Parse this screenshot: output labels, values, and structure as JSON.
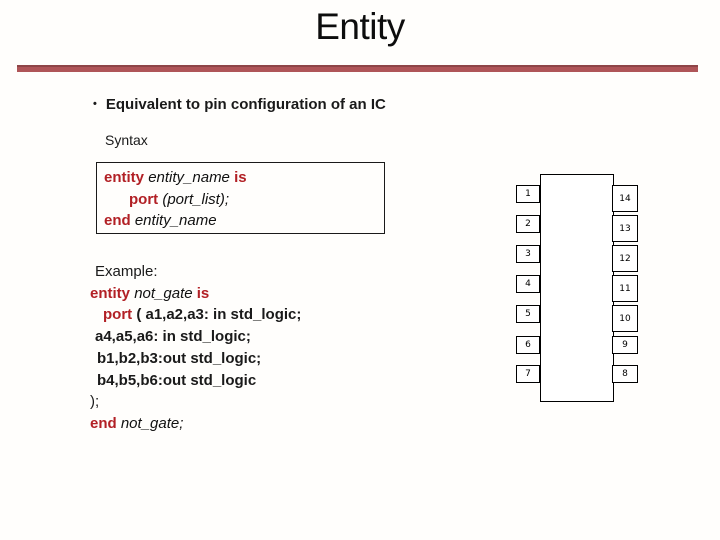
{
  "title": "Entity",
  "bullet": {
    "marker": "•",
    "text": "Equivalent to pin configuration of an IC"
  },
  "syntax_label": "Syntax",
  "syntax_box": {
    "line1": {
      "kw1": "entity ",
      "name": "entity_name",
      "kw2": " is"
    },
    "line2": {
      "kw": "port ",
      "args": "(port_list);"
    },
    "line3": {
      "kw": "end ",
      "name": "entity_name"
    }
  },
  "example": {
    "label": "Example:",
    "line1": {
      "kw1": "entity ",
      "name": "not_gate",
      "kw2": " is"
    },
    "line2": {
      "kw": "port ",
      "rest": "( a1,a2,a3: in std_logic;"
    },
    "line3": "a4,a5,a6: in std_logic;",
    "line4": "b1,b2,b3:out std_logic;",
    "line5": "b4,b5,b6:out std_logic",
    "line6": ");",
    "line7": {
      "kw": "end ",
      "name": "not_gate;"
    }
  },
  "ic_diagram": {
    "left_pins": [
      "1",
      "2",
      "3",
      "4",
      "5",
      "6",
      "7"
    ],
    "right_pins": [
      "14",
      "13",
      "12",
      "11",
      "10",
      "9",
      "8"
    ]
  },
  "colors": {
    "keyword_red": "#b22025",
    "rule_red": "#af5558"
  }
}
